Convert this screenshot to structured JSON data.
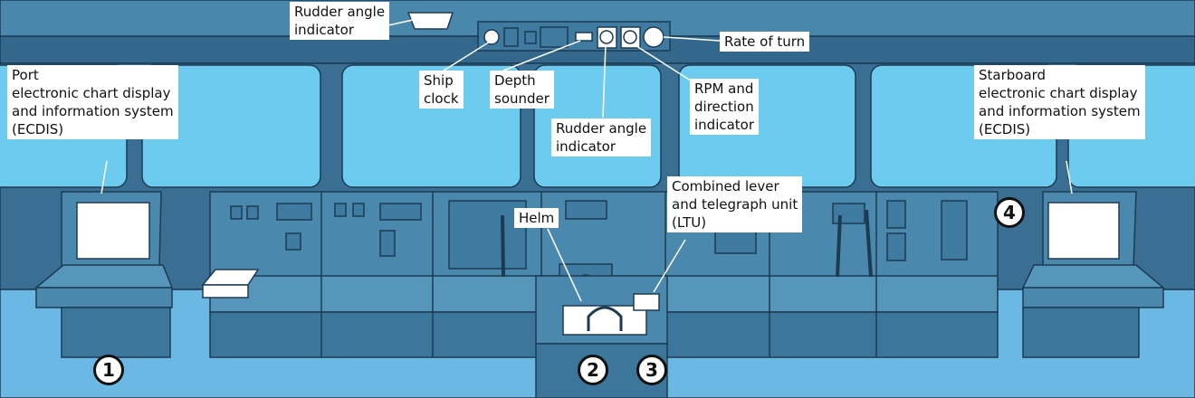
{
  "title": "",
  "colors": {
    "window": "#6ecbf0",
    "frame": "#3a6f93",
    "console": "#4a88ad",
    "floor": "#6ab8e3",
    "outline": "#1c3b52",
    "label_bg": "#ffffff"
  },
  "labels": {
    "overhead_rudder_angle": "Rudder angle\nindicator",
    "ship_clock": "Ship\nclock",
    "depth_sounder": "Depth\nsounder",
    "rudder_angle": "Rudder angle\nindicator",
    "rpm_direction": "RPM and\ndirection\nindicator",
    "rate_of_turn": "Rate of turn",
    "port_ecdis": "Port\nelectronic chart display\nand information system\n(ECDIS)",
    "starboard_ecdis": "Starboard\nelectronic chart display\nand information system\n(ECDIS)",
    "helm": "Helm",
    "ltu": "Combined lever\nand telegraph unit\n(LTU)"
  },
  "markers": [
    "1",
    "2",
    "3",
    "4"
  ]
}
